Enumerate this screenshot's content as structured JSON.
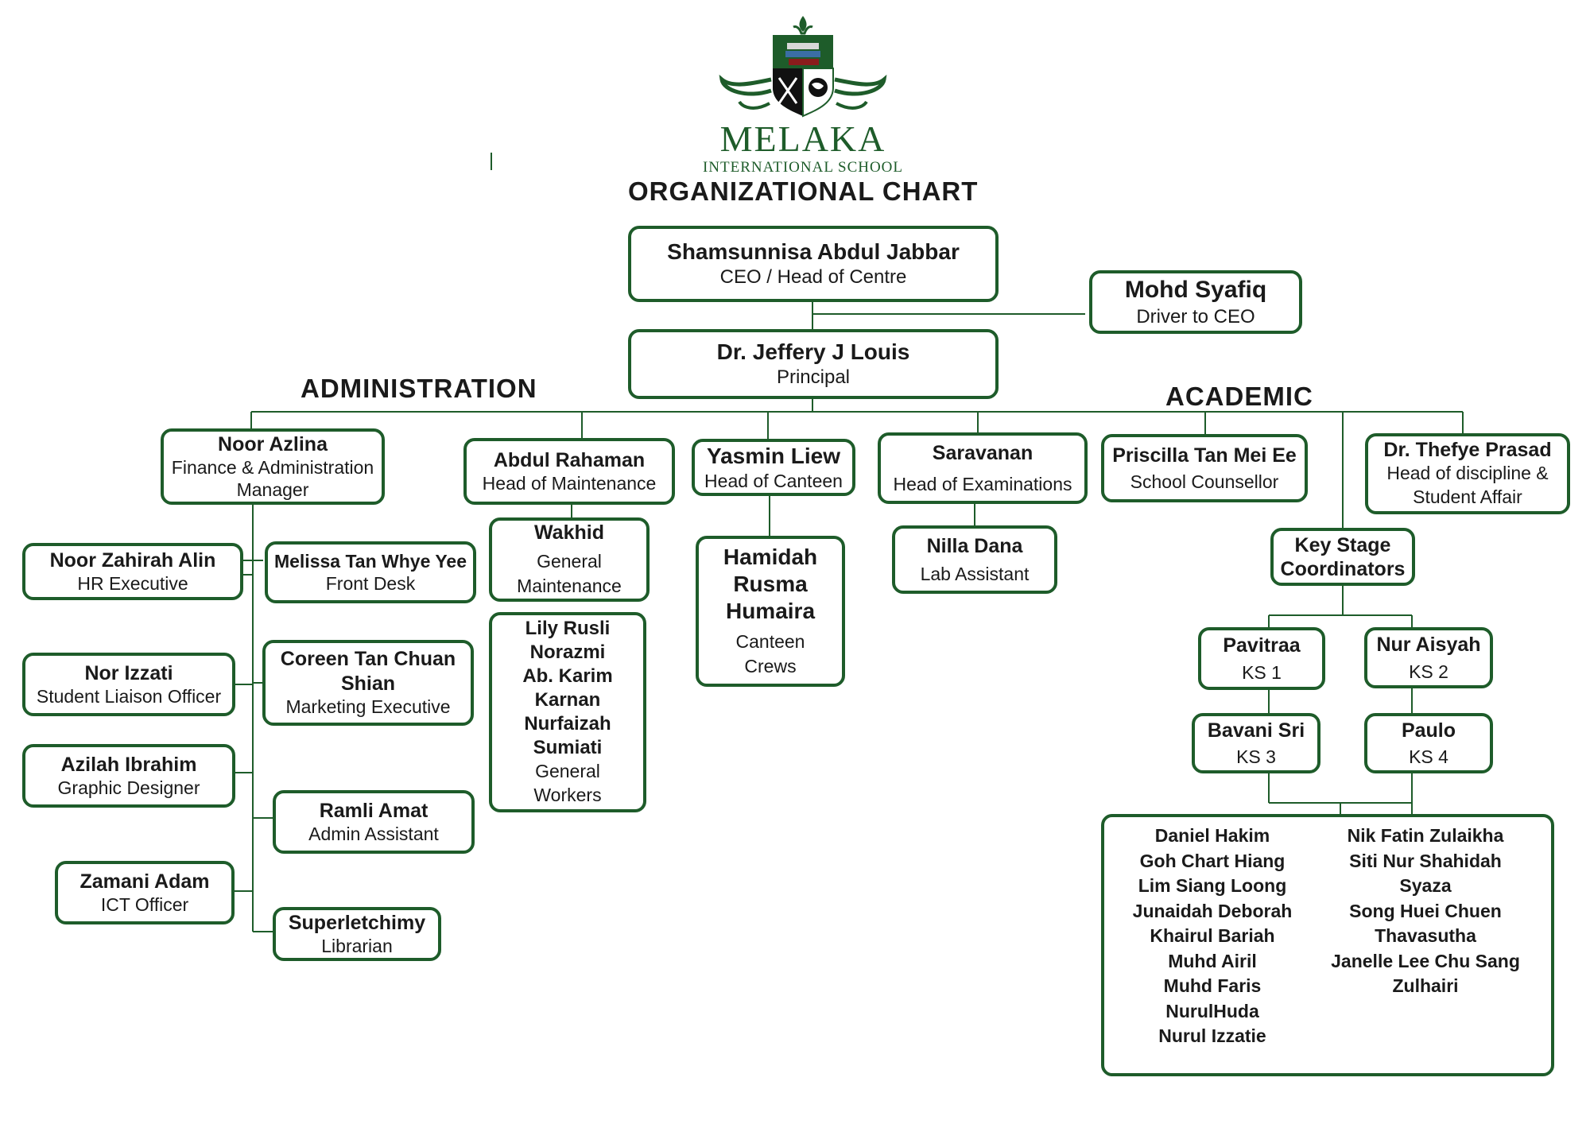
{
  "logo": {
    "name": "MELAKA",
    "subtitle": "INTERNATIONAL SCHOOL"
  },
  "title": "ORGANIZATIONAL CHART",
  "headings": {
    "administration": "ADMINISTRATION",
    "academic": "ACADEMIC"
  },
  "leadership": {
    "ceo": {
      "name": "Shamsunnisa Abdul Jabbar",
      "role": "CEO / Head of Centre"
    },
    "driver": {
      "name": "Mohd Syafiq",
      "role": "Driver to CEO"
    },
    "principal": {
      "name": "Dr. Jeffery J Louis",
      "role": "Principal"
    }
  },
  "admin": {
    "finance": {
      "name": "Noor Azlina",
      "role": "Finance & Administration Manager"
    },
    "hr": {
      "name": "Noor Zahirah Alin",
      "role": "HR Executive"
    },
    "front_desk": {
      "name": "Melissa Tan Whye Yee",
      "role": "Front Desk"
    },
    "liaison": {
      "name": "Nor Izzati",
      "role": "Student Liaison Officer"
    },
    "marketing": {
      "name": "Coreen Tan Chuan Shian",
      "role": "Marketing Executive"
    },
    "graphic": {
      "name": "Azilah Ibrahim",
      "role": "Graphic Designer"
    },
    "admin_assistant": {
      "name": "Ramli Amat",
      "role": "Admin Assistant"
    },
    "ict": {
      "name": "Zamani Adam",
      "role": "ICT Officer"
    },
    "librarian": {
      "name": "Superletchimy",
      "role": "Librarian"
    }
  },
  "maintenance": {
    "head": {
      "name": "Abdul Rahaman",
      "role": "Head of Maintenance"
    },
    "general": {
      "name": "Wakhid",
      "role": "General Maintenance"
    },
    "workers": {
      "names": [
        "Lily Rusli",
        "Norazmi",
        "Ab. Karim",
        "Karnan",
        "Nurfaizah",
        "Sumiati"
      ],
      "role": "General Workers"
    }
  },
  "canteen": {
    "head": {
      "name": "Yasmin Liew",
      "role": "Head of Canteen"
    },
    "crews": {
      "names": [
        "Hamidah",
        "Rusma",
        "Humaira"
      ],
      "role": "Canteen Crews"
    }
  },
  "exams": {
    "head": {
      "name": "Saravanan",
      "role": "Head of Examinations"
    },
    "lab": {
      "name": "Nilla Dana",
      "role": "Lab Assistant"
    }
  },
  "counsellor": {
    "name": "Priscilla Tan Mei Ee",
    "role": "School Counsellor"
  },
  "discipline": {
    "name": "Dr. Thefye Prasad",
    "role": "Head of discipline & Student Affair"
  },
  "key_stage": {
    "title": "Key Stage Coordinators",
    "ks1": {
      "name": "Pavitraa",
      "role": "KS 1"
    },
    "ks2": {
      "name": "Nur Aisyah",
      "role": "KS 2"
    },
    "ks3": {
      "name": "Bavani Sri",
      "role": "KS 3"
    },
    "ks4": {
      "name": "Paulo",
      "role": "KS 4"
    }
  },
  "teachers": {
    "left": [
      "Daniel Hakim",
      "Goh Chart Hiang",
      "Lim Siang Loong",
      "Junaidah Deborah",
      "Khairul Bariah",
      "Muhd Airil",
      "Muhd Faris",
      "NurulHuda",
      "Nurul Izzatie"
    ],
    "right": [
      "Nik Fatin Zulaikha",
      "Siti Nur Shahidah",
      "Syaza",
      "Song Huei Chuen",
      "Thavasutha",
      "Janelle Lee Chu Sang",
      "Zulhairi"
    ]
  },
  "colors": {
    "accent": "#1e5c2a",
    "text": "#1a1a1a"
  }
}
